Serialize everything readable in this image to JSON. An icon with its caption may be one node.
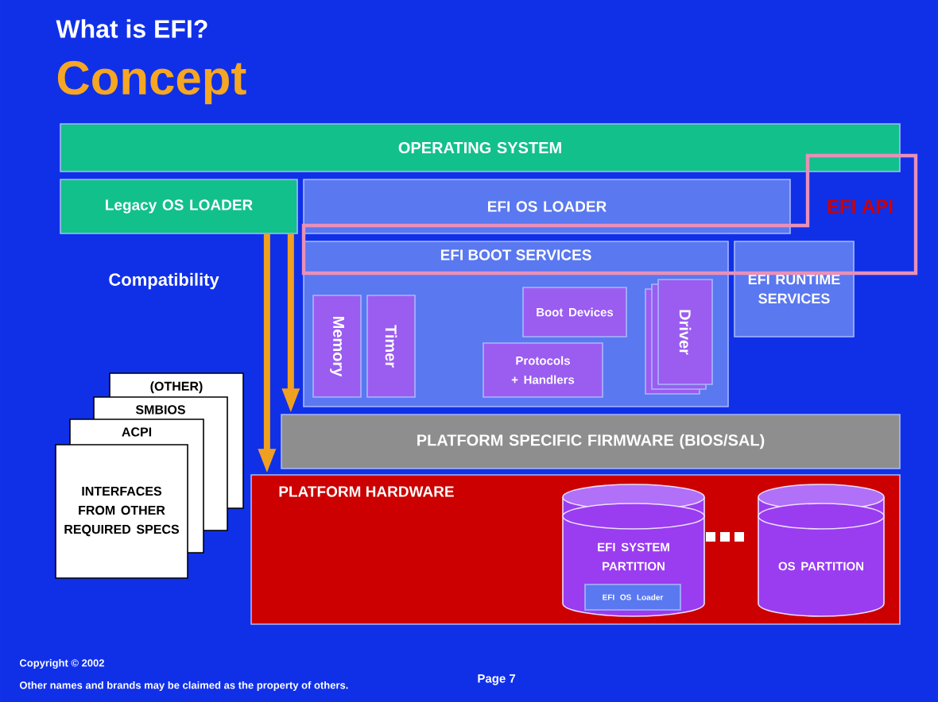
{
  "diagram": {
    "title": "Concept",
    "nodes": [
      {
        "text": [
          "OPERATING SYSTEM"
        ]
      },
      {
        "text": [
          "Legacy OS LOADER"
        ]
      },
      {
        "text": [
          "EFI OS LOADER"
        ]
      },
      {
        "text": [
          "EFI BOOT SERVICES"
        ]
      },
      {
        "text": [
          "Memory"
        ],
        "in": 3
      },
      {
        "text": [
          "Timer"
        ],
        "in": 3
      },
      {
        "text": [
          "Boot Devices"
        ],
        "in": 3
      },
      {
        "text": [
          "Protocols + Handlers"
        ],
        "in": 3
      },
      {
        "text": [
          "Driver"
        ],
        "in": 3
      },
      {
        "text": [
          "EFI RUNTIME SERVICES"
        ]
      },
      {
        "text": [
          "EFI API"
        ]
      },
      {
        "text": [
          "(OTHER)"
        ]
      },
      {
        "text": [
          "SMBIOS"
        ]
      },
      {
        "text": [
          "ACPI"
        ]
      },
      {
        "text": [
          "INTERFACES FROM OTHER REQUIRED SPECS"
        ]
      },
      {
        "text": [
          "PLATFORM  SPECIFIC FIRMWARE (BIOS/SAL)"
        ]
      },
      {
        "text": [
          "PLATFORM HARDWARE"
        ]
      },
      {
        "text": [
          "EFI SYSTEM PARTITION"
        ],
        "in": 16
      },
      {
        "text": [
          "EFI OS Loader"
        ],
        "in": 17
      },
      {
        "text": [
          "OS PARTITION"
        ],
        "in": 16
      }
    ],
    "edges": [
      {
        "from": 1,
        "to": 16,
        "arrow": "to"
      },
      {
        "from": 1,
        "to": 15,
        "arrow": "to"
      }
    ],
    "labels": [
      "What is EFI?",
      "Compatibility",
      "Copyright © 2002",
      "Other names and brands may be claimed as the property of others.",
      "Page 7"
    ]
  }
}
